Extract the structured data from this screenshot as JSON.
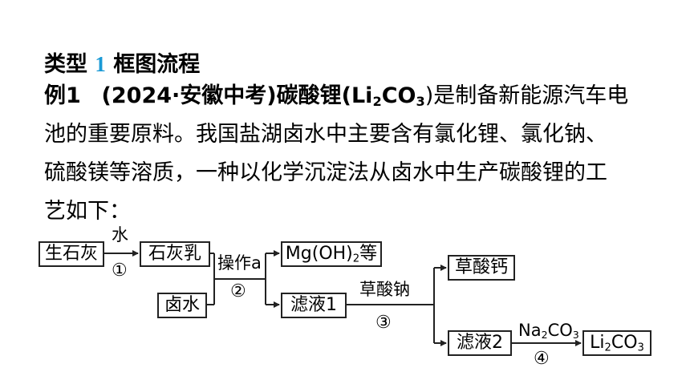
{
  "heading": {
    "prefix": "类型",
    "number": "1",
    "text": "框图流程"
  },
  "question": {
    "label": "例1",
    "source": "(2024·安徽中考)",
    "line1_pre": "碳酸锂(Li",
    "line1_sub": "2",
    "line1_mid": "CO",
    "line1_sub2": "3",
    "line1_post": ")是制备新能源汽车电",
    "line2": "池的重要原料。我国盐湖卤水中主要含有氯化锂、氯化钠、",
    "line3": "硫酸镁等溶质，一种以化学沉淀法从卤水中生产碳酸锂的工",
    "line4": "艺如下："
  },
  "flow": {
    "box_quicklime": "生石灰",
    "box_lime_milk": "石灰乳",
    "box_brine": "卤水",
    "box_mgoh_pre": "Mg(OH)",
    "box_mgoh_sub": "2",
    "box_mgoh_post": "等",
    "box_filtrate1": "滤液1",
    "box_calcium_oxalate": "草酸钙",
    "box_filtrate2": "滤液2",
    "box_li2co3_a": "Li",
    "box_li2co3_sub1": "2",
    "box_li2co3_b": "CO",
    "box_li2co3_sub2": "3",
    "label_water": "水",
    "label_operation": "操作a",
    "label_sodium_oxalate": "草酸钠",
    "label_na2co3_a": "Na",
    "label_na2co3_sub1": "2",
    "label_na2co3_b": "CO",
    "label_na2co3_sub2": "3",
    "step1": "①",
    "step2": "②",
    "step3": "③",
    "step4": "④"
  }
}
